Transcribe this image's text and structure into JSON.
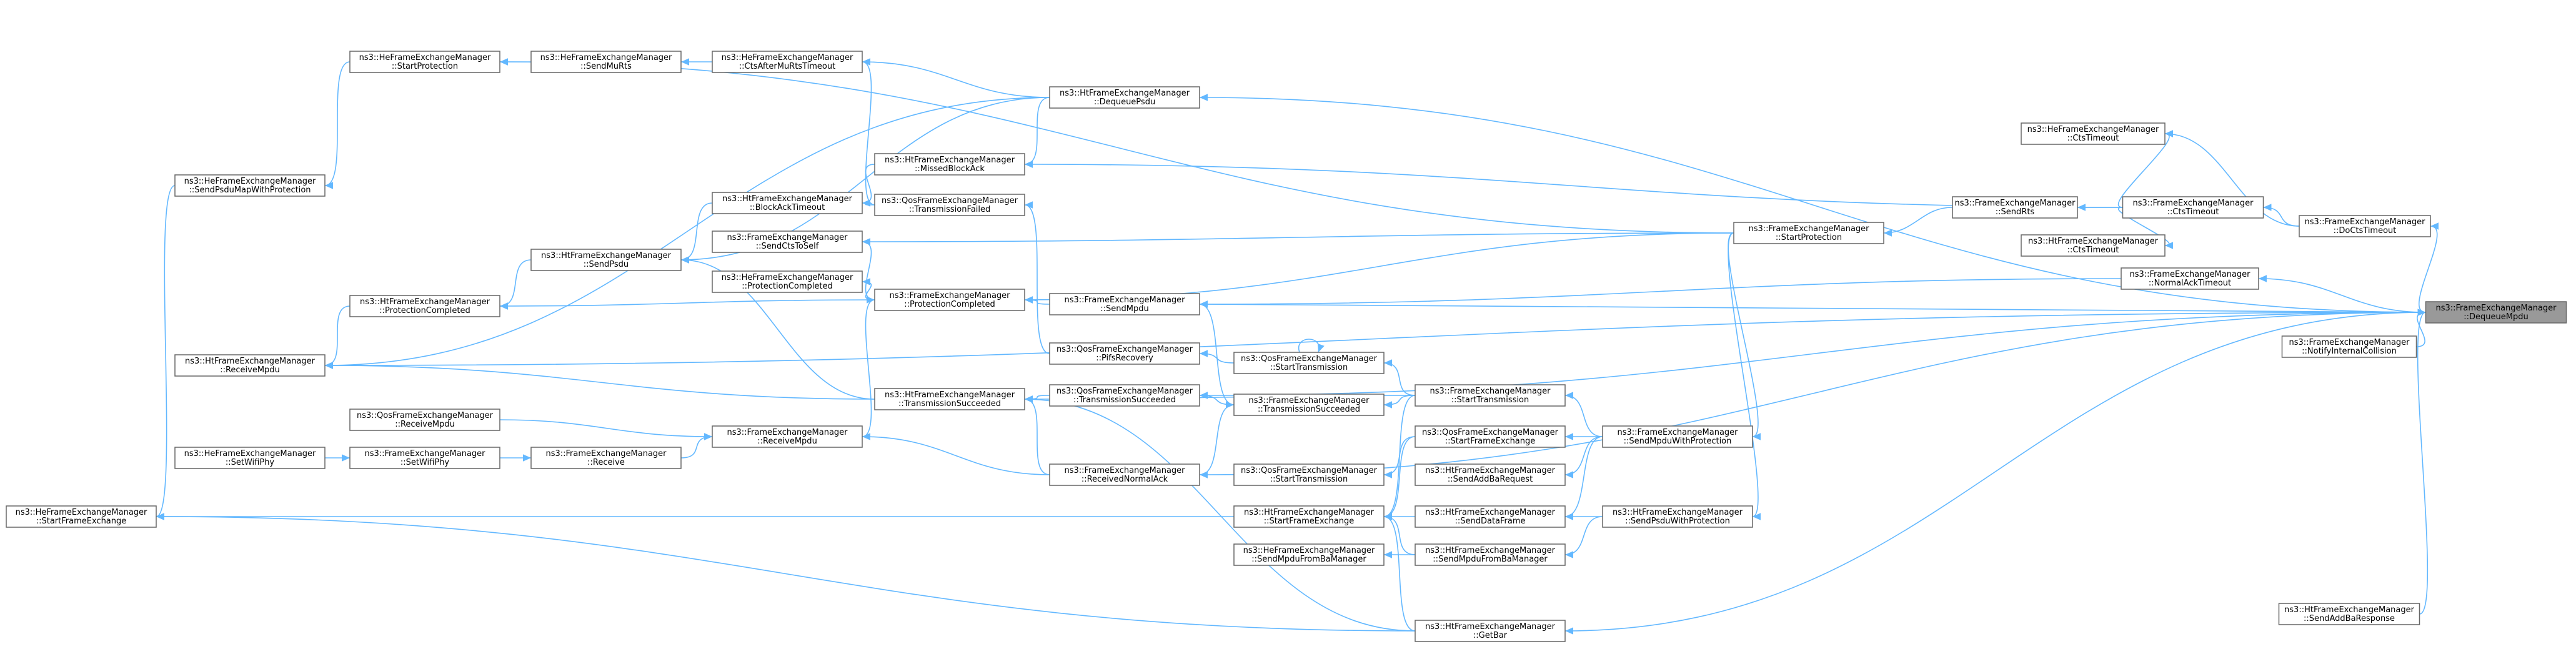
{
  "target_node": "dequeue_mpdu",
  "nodes": {
    "he_start_frame_exchange": [
      "ns3::HeFrameExchangeManager",
      "::StartFrameExchange"
    ],
    "he_send_psdu_map_with_protection": [
      "ns3::HeFrameExchangeManager",
      "::SendPsduMapWithProtection"
    ],
    "ht_receive_mpdu": [
      "ns3::HtFrameExchangeManager",
      "::ReceiveMpdu"
    ],
    "he_set_wifi_phy": [
      "ns3::HeFrameExchangeManager",
      "::SetWifiPhy"
    ],
    "he_start_protection": [
      "ns3::HeFrameExchangeManager",
      "::StartProtection"
    ],
    "ht_protection_completed": [
      "ns3::HtFrameExchangeManager",
      "::ProtectionCompleted"
    ],
    "qos_receive_mpdu": [
      "ns3::QosFrameExchangeManager",
      "::ReceiveMpdu"
    ],
    "fem_set_wifi_phy": [
      "ns3::FrameExchangeManager",
      "::SetWifiPhy"
    ],
    "he_send_mu_rts": [
      "ns3::HeFrameExchangeManager",
      "::SendMuRts"
    ],
    "ht_send_psdu": [
      "ns3::HtFrameExchangeManager",
      "::SendPsdu"
    ],
    "fem_receive": [
      "ns3::FrameExchangeManager",
      "::Receive"
    ],
    "he_cts_after_mu_rts_timeout": [
      "ns3::HeFrameExchangeManager",
      "::CtsAfterMuRtsTimeout"
    ],
    "ht_block_ack_timeout": [
      "ns3::HtFrameExchangeManager",
      "::BlockAckTimeout"
    ],
    "fem_send_cts_to_self": [
      "ns3::FrameExchangeManager",
      "::SendCtsToSelf"
    ],
    "he_protection_completed": [
      "ns3::HeFrameExchangeManager",
      "::ProtectionCompleted"
    ],
    "ht_transmission_succeeded": [
      "ns3::HtFrameExchangeManager",
      "::TransmissionSucceeded"
    ],
    "fem_receive_mpdu": [
      "ns3::FrameExchangeManager",
      "::ReceiveMpdu"
    ],
    "ht_missed_block_ack": [
      "ns3::HtFrameExchangeManager",
      "::MissedBlockAck"
    ],
    "qos_transmission_failed": [
      "ns3::QosFrameExchangeManager",
      "::TransmissionFailed"
    ],
    "fem_protection_completed": [
      "ns3::FrameExchangeManager",
      "::ProtectionCompleted"
    ],
    "ht_dequeue_psdu": [
      "ns3::HtFrameExchangeManager",
      "::DequeuePsdu"
    ],
    "fem_send_mpdu": [
      "ns3::FrameExchangeManager",
      "::SendMpdu"
    ],
    "qos_pifs_recovery": [
      "ns3::QosFrameExchangeManager",
      "::PifsRecovery"
    ],
    "qos_transmission_succeeded": [
      "ns3::QosFrameExchangeManager",
      "::TransmissionSucceeded"
    ],
    "fem_received_normal_ack": [
      "ns3::FrameExchangeManager",
      "::ReceivedNormalAck"
    ],
    "qos_start_transmission_a": [
      "ns3::QosFrameExchangeManager",
      "::StartTransmission"
    ],
    "fem_transmission_succeeded": [
      "ns3::FrameExchangeManager",
      "::TransmissionSucceeded"
    ],
    "qos_start_transmission_b": [
      "ns3::QosFrameExchangeManager",
      "::StartTransmission"
    ],
    "ht_start_frame_exchange": [
      "ns3::HtFrameExchangeManager",
      "::StartFrameExchange"
    ],
    "he_send_mpdu_from_ba_manager": [
      "ns3::HeFrameExchangeManager",
      "::SendMpduFromBaManager"
    ],
    "fem_start_transmission": [
      "ns3::FrameExchangeManager",
      "::StartTransmission"
    ],
    "qos_start_frame_exchange": [
      "ns3::QosFrameExchangeManager",
      "::StartFrameExchange"
    ],
    "ht_send_add_ba_request": [
      "ns3::HtFrameExchangeManager",
      "::SendAddBaRequest"
    ],
    "ht_send_data_frame": [
      "ns3::HtFrameExchangeManager",
      "::SendDataFrame"
    ],
    "ht_send_mpdu_from_ba_manager": [
      "ns3::HtFrameExchangeManager",
      "::SendMpduFromBaManager"
    ],
    "ht_get_bar": [
      "ns3::HtFrameExchangeManager",
      "::GetBar"
    ],
    "fem_send_mpdu_with_protection": [
      "ns3::FrameExchangeManager",
      "::SendMpduWithProtection"
    ],
    "ht_send_psdu_with_protection": [
      "ns3::HtFrameExchangeManager",
      "::SendPsduWithProtection"
    ],
    "fem_start_protection": [
      "ns3::FrameExchangeManager",
      "::StartProtection"
    ],
    "fem_send_rts": [
      "ns3::FrameExchangeManager",
      "::SendRts"
    ],
    "he_cts_timeout": [
      "ns3::HeFrameExchangeManager",
      "::CtsTimeout"
    ],
    "fem_cts_timeout": [
      "ns3::FrameExchangeManager",
      "::CtsTimeout"
    ],
    "ht_cts_timeout": [
      "ns3::HtFrameExchangeManager",
      "::CtsTimeout"
    ],
    "fem_normal_ack_timeout": [
      "ns3::FrameExchangeManager",
      "::NormalAckTimeout"
    ],
    "fem_do_cts_timeout": [
      "ns3::FrameExchangeManager",
      "::DoCtsTimeout"
    ],
    "dequeue_mpdu": [
      "ns3::FrameExchangeManager",
      "::DequeueMpdu"
    ],
    "fem_notify_internal_collision": [
      "ns3::FrameExchangeManager",
      "::NotifyInternalCollision"
    ],
    "ht_send_add_ba_response": [
      "ns3::HtFrameExchangeManager",
      "::SendAddBaResponse"
    ]
  },
  "edges": [
    [
      "he_send_psdu_map_with_protection",
      "he_start_frame_exchange"
    ],
    [
      "he_start_protection",
      "he_send_psdu_map_with_protection"
    ],
    [
      "he_send_mu_rts",
      "he_start_protection"
    ],
    [
      "he_cts_after_mu_rts_timeout",
      "he_send_mu_rts"
    ],
    [
      "ht_dequeue_psdu",
      "he_cts_after_mu_rts_timeout"
    ],
    [
      "qos_transmission_failed",
      "he_cts_after_mu_rts_timeout"
    ],
    [
      "ht_dequeue_psdu",
      "ht_receive_mpdu"
    ],
    [
      "ht_protection_completed",
      "ht_receive_mpdu"
    ],
    [
      "ht_transmission_succeeded",
      "ht_receive_mpdu"
    ],
    [
      "he_set_wifi_phy",
      "fem_set_wifi_phy"
    ],
    [
      "fem_set_wifi_phy",
      "fem_receive"
    ],
    [
      "fem_receive",
      "fem_receive_mpdu"
    ],
    [
      "qos_receive_mpdu",
      "fem_receive_mpdu"
    ],
    [
      "ht_send_psdu",
      "ht_protection_completed"
    ],
    [
      "ht_block_ack_timeout",
      "ht_send_psdu"
    ],
    [
      "ht_dequeue_psdu",
      "ht_send_psdu"
    ],
    [
      "ht_transmission_succeeded",
      "ht_send_psdu"
    ],
    [
      "ht_missed_block_ack",
      "ht_block_ack_timeout"
    ],
    [
      "qos_transmission_failed",
      "ht_block_ack_timeout"
    ],
    [
      "ht_dequeue_psdu",
      "ht_missed_block_ack"
    ],
    [
      "qos_pifs_recovery",
      "qos_transmission_failed"
    ],
    [
      "fem_protection_completed",
      "he_protection_completed"
    ],
    [
      "fem_protection_completed",
      "fem_send_cts_to_self"
    ],
    [
      "fem_protection_completed",
      "ht_protection_completed"
    ],
    [
      "fem_receive_mpdu",
      "fem_protection_completed"
    ],
    [
      "fem_send_mpdu",
      "fem_protection_completed"
    ],
    [
      "fem_start_protection",
      "fem_send_cts_to_self"
    ],
    [
      "fem_start_protection",
      "fem_protection_completed"
    ],
    [
      "fem_transmission_succeeded",
      "fem_send_mpdu"
    ],
    [
      "qos_transmission_succeeded",
      "ht_transmission_succeeded"
    ],
    [
      "fem_transmission_succeeded",
      "qos_transmission_succeeded"
    ],
    [
      "fem_received_normal_ack",
      "ht_transmission_succeeded"
    ],
    [
      "fem_received_normal_ack",
      "fem_receive_mpdu"
    ],
    [
      "fem_received_normal_ack",
      "fem_transmission_succeeded"
    ],
    [
      "qos_start_transmission_a",
      "qos_start_transmission_a"
    ],
    [
      "qos_start_transmission_a",
      "qos_pifs_recovery"
    ],
    [
      "fem_start_transmission",
      "qos_start_transmission_a"
    ],
    [
      "fem_start_transmission",
      "fem_transmission_succeeded"
    ],
    [
      "fem_start_transmission",
      "ht_transmission_succeeded"
    ],
    [
      "fem_send_mpdu_with_protection",
      "fem_start_transmission"
    ],
    [
      "fem_send_mpdu_with_protection",
      "qos_start_frame_exchange"
    ],
    [
      "fem_send_mpdu_with_protection",
      "ht_send_add_ba_request"
    ],
    [
      "fem_send_mpdu_with_protection",
      "ht_send_data_frame"
    ],
    [
      "ht_send_psdu_with_protection",
      "ht_send_data_frame"
    ],
    [
      "ht_send_psdu_with_protection",
      "ht_send_mpdu_from_ba_manager"
    ],
    [
      "qos_start_frame_exchange",
      "qos_start_transmission_b"
    ],
    [
      "qos_start_frame_exchange",
      "ht_start_frame_exchange"
    ],
    [
      "fem_start_transmission",
      "ht_start_frame_exchange"
    ],
    [
      "ht_start_frame_exchange",
      "he_start_frame_exchange"
    ],
    [
      "ht_send_data_frame",
      "ht_start_frame_exchange"
    ],
    [
      "ht_send_mpdu_from_ba_manager",
      "he_send_mpdu_from_ba_manager"
    ],
    [
      "ht_send_mpdu_from_ba_manager",
      "ht_start_frame_exchange"
    ],
    [
      "ht_get_bar",
      "ht_start_frame_exchange"
    ],
    [
      "ht_get_bar",
      "he_start_frame_exchange"
    ],
    [
      "ht_get_bar",
      "ht_transmission_succeeded"
    ],
    [
      "fem_start_protection",
      "fem_send_mpdu_with_protection"
    ],
    [
      "fem_start_protection",
      "ht_send_psdu_with_protection"
    ],
    [
      "fem_start_protection",
      "he_start_protection"
    ],
    [
      "fem_send_rts",
      "fem_start_protection"
    ],
    [
      "fem_cts_timeout",
      "fem_send_rts"
    ],
    [
      "fem_cts_timeout",
      "he_cts_timeout"
    ],
    [
      "fem_cts_timeout",
      "ht_cts_timeout"
    ],
    [
      "fem_cts_timeout",
      "ht_missed_block_ack"
    ],
    [
      "fem_do_cts_timeout",
      "fem_cts_timeout"
    ],
    [
      "fem_do_cts_timeout",
      "he_cts_timeout"
    ],
    [
      "dequeue_mpdu",
      "fem_do_cts_timeout"
    ],
    [
      "dequeue_mpdu",
      "fem_normal_ack_timeout"
    ],
    [
      "fem_normal_ack_timeout",
      "fem_send_mpdu"
    ],
    [
      "dequeue_mpdu",
      "fem_send_mpdu"
    ],
    [
      "dequeue_mpdu",
      "ht_dequeue_psdu"
    ],
    [
      "dequeue_mpdu",
      "ht_receive_mpdu"
    ],
    [
      "dequeue_mpdu",
      "fem_received_normal_ack"
    ],
    [
      "dequeue_mpdu",
      "ht_get_bar"
    ],
    [
      "dequeue_mpdu",
      "qos_transmission_succeeded"
    ],
    [
      "fem_notify_internal_collision",
      "dequeue_mpdu"
    ],
    [
      "ht_send_add_ba_response",
      "dequeue_mpdu"
    ]
  ]
}
